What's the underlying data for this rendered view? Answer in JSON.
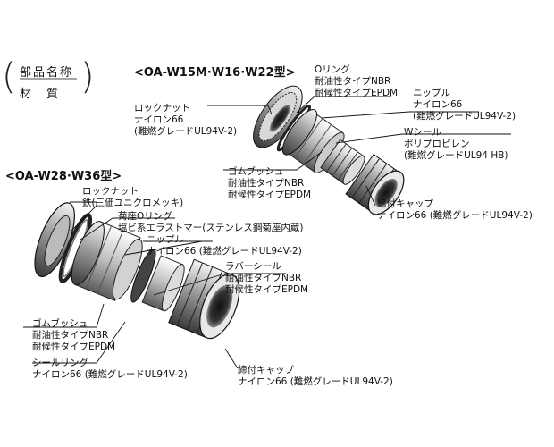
{
  "legend": {
    "top": "部品名称",
    "bottom": "材　質"
  },
  "upper": {
    "title": "<OA-W15M·W16·W22型>",
    "parts": [
      {
        "name": "Oリング",
        "material": [
          "耐油性タイプNBR",
          "耐候性タイプEPDM"
        ]
      },
      {
        "name": "ロックナット",
        "material": [
          "ナイロン66",
          "(難燃グレードUL94V-2)"
        ]
      },
      {
        "name": "ニップル",
        "material": [
          "ナイロン66",
          "(難燃グレードUL94V-2)"
        ]
      },
      {
        "name": "Wシール",
        "material": [
          "ポリプロピレン",
          "(難燃グレードUL94 HB)"
        ]
      },
      {
        "name": "ゴムブッシュ",
        "material": [
          "耐油性タイプNBR",
          "耐候性タイプEPDM"
        ]
      },
      {
        "name": "締付キャップ",
        "material": [
          "ナイロン66 (難燃グレードUL94V-2)"
        ]
      }
    ]
  },
  "lower": {
    "title": "<OA-W28·W36型>",
    "parts": [
      {
        "name": "ロックナット",
        "material": [
          "鉄(三価ユニクロメッキ)"
        ]
      },
      {
        "name": "菊座Oリング",
        "material": [
          "塩ビ系エラストマー(ステンレス鋼菊座内蔵)"
        ]
      },
      {
        "name": "ニップル",
        "material": [
          "ナイロン66 (難燃グレードUL94V-2)"
        ]
      },
      {
        "name": "ラバーシール",
        "material": [
          "耐油性タイプNBR",
          "耐候性タイプEPDM"
        ]
      },
      {
        "name": "ゴムブッシュ",
        "material": [
          "耐油性タイプNBR",
          "耐候性タイプEPDM"
        ]
      },
      {
        "name": "シールリング",
        "material": [
          "ナイロン66 (難燃グレードUL94V-2)"
        ]
      },
      {
        "name": "締付キャップ",
        "material": [
          "ナイロン66 (難燃グレードUL94V-2)"
        ]
      }
    ]
  }
}
